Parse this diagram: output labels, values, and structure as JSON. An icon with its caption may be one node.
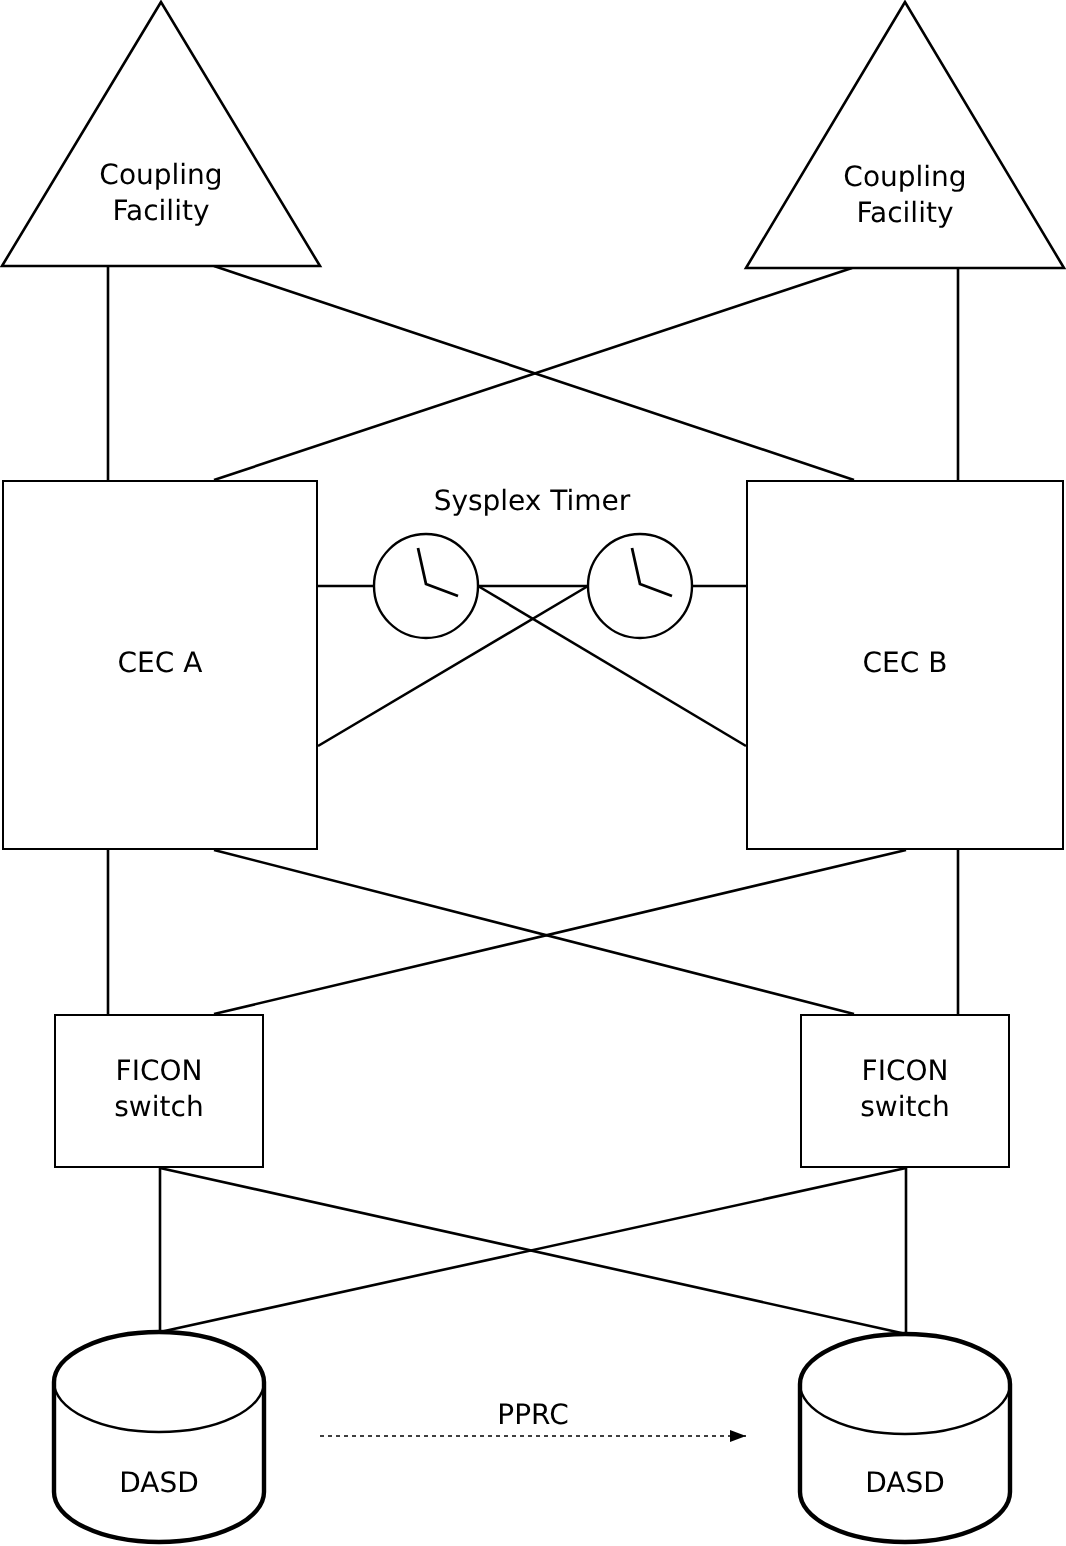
{
  "diagram": {
    "nodes": [
      {
        "text": [
          "Coupling Facility"
        ]
      },
      {
        "text": [
          "Coupling Facility"
        ]
      },
      {
        "text": [
          "CEC A"
        ]
      },
      {
        "text": [
          "CEC B"
        ]
      },
      {
        "text": [],
        "shape": "clock"
      },
      {
        "text": [],
        "shape": "clock"
      },
      {
        "text": [
          "FICON switch"
        ]
      },
      {
        "text": [
          "FICON switch"
        ]
      },
      {
        "text": [
          "DASD"
        ]
      },
      {
        "text": [
          "DASD"
        ]
      }
    ],
    "edges": [
      {
        "from": 0,
        "to": 2,
        "arrow": "none"
      },
      {
        "from": 0,
        "to": 3,
        "arrow": "none"
      },
      {
        "from": 1,
        "to": 2,
        "arrow": "none"
      },
      {
        "from": 1,
        "to": 3,
        "arrow": "none"
      },
      {
        "from": 2,
        "to": 4,
        "arrow": "none"
      },
      {
        "from": 4,
        "to": 5,
        "arrow": "none"
      },
      {
        "from": 5,
        "to": 3,
        "arrow": "none"
      },
      {
        "from": 4,
        "to": 3,
        "arrow": "none"
      },
      {
        "from": 5,
        "to": 2,
        "arrow": "none"
      },
      {
        "from": 2,
        "to": 6,
        "arrow": "none"
      },
      {
        "from": 2,
        "to": 7,
        "arrow": "none"
      },
      {
        "from": 3,
        "to": 6,
        "arrow": "none"
      },
      {
        "from": 3,
        "to": 7,
        "arrow": "none"
      },
      {
        "from": 6,
        "to": 8,
        "arrow": "none"
      },
      {
        "from": 6,
        "to": 9,
        "arrow": "none"
      },
      {
        "from": 7,
        "to": 8,
        "arrow": "none"
      },
      {
        "from": 7,
        "to": 9,
        "arrow": "none"
      },
      {
        "from": 8,
        "to": 9,
        "arrow": "to",
        "label": "PPRC",
        "style": "dashed"
      }
    ],
    "labels": [
      "Sysplex Timer"
    ]
  }
}
